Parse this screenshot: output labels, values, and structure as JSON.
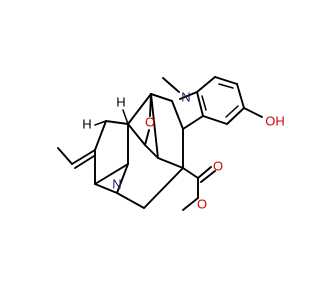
{
  "molecule": {
    "atom_labels": {
      "N_indole": "N",
      "N_bridgehead": "N",
      "O_ether": "O",
      "O_hydroxyl": "OH",
      "O_carbonyl": "O",
      "O_ester": "O"
    },
    "methyl_labels": {
      "N_methyl": "",
      "ester_methyl": ""
    },
    "stereo_labels": {
      "H1": "H",
      "H2": "H"
    }
  },
  "colors": {
    "bond": "#000000",
    "nitrogen": "#1f1f66",
    "oxygen": "#d40000",
    "background": "#ffffff"
  }
}
